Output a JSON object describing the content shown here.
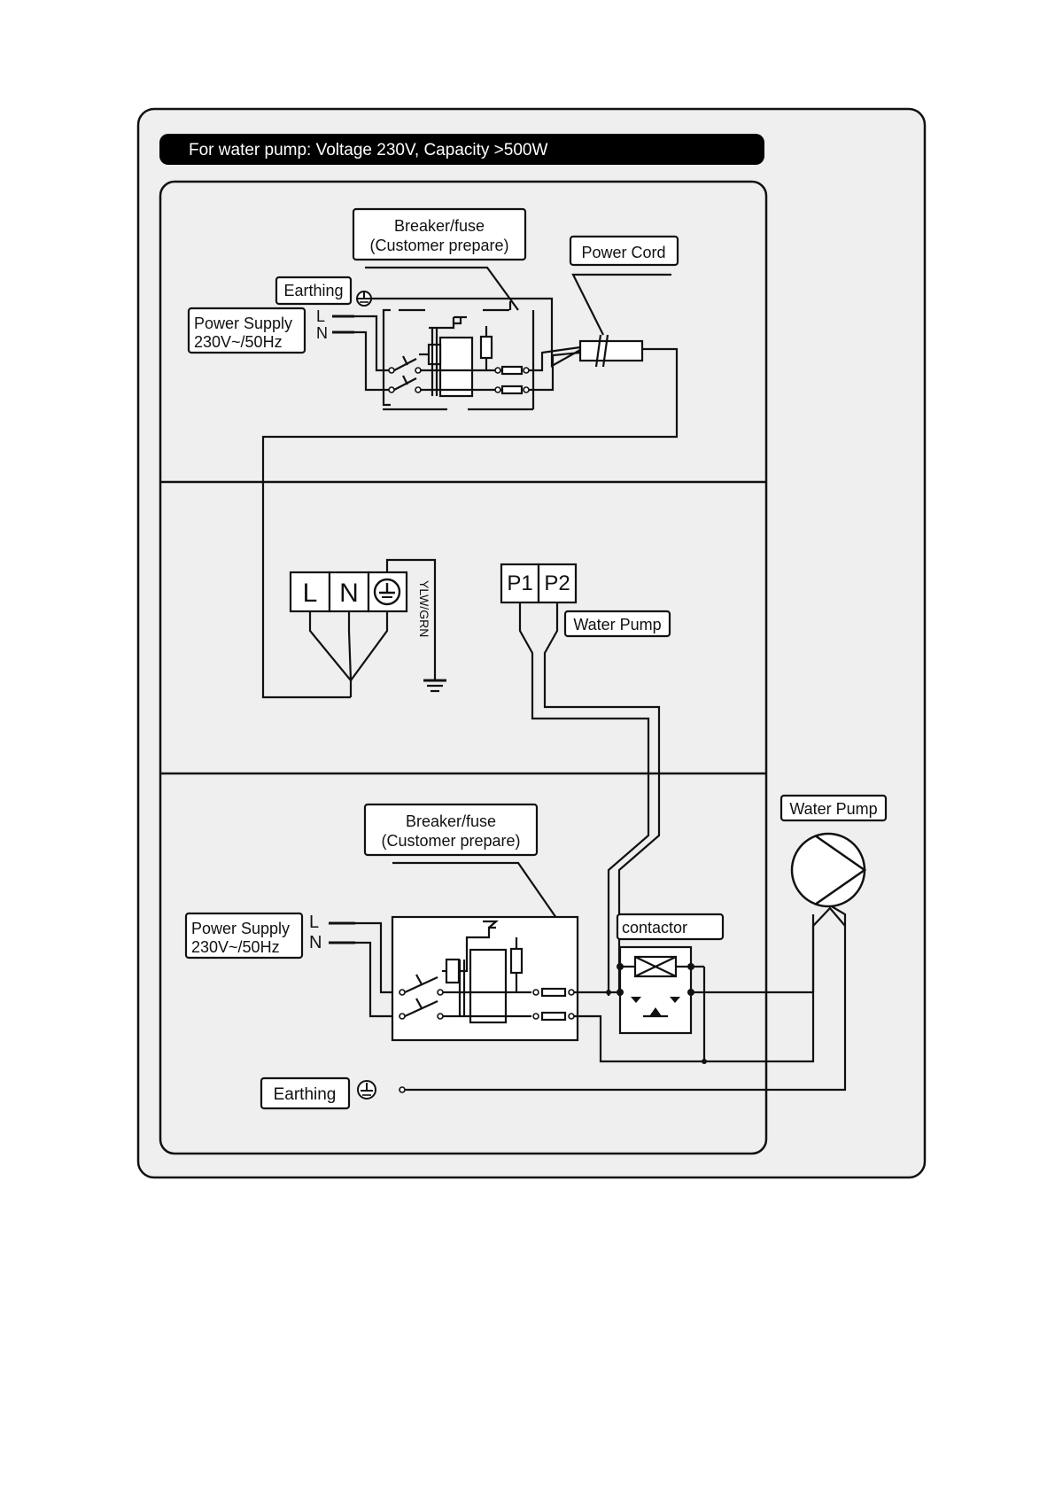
{
  "header": {
    "title": "For water pump: Voltage 230V, Capacity >500W"
  },
  "section1": {
    "breaker_line1": "Breaker/fuse",
    "breaker_line2": "(Customer prepare)",
    "power_cord": "Power Cord",
    "earthing": "Earthing",
    "supply_line1": "Power Supply",
    "supply_line2": "230V~/50Hz",
    "l": "L",
    "n": "N"
  },
  "section2": {
    "terminal_l": "L",
    "terminal_n": "N",
    "wire_color": "YLW/GRN",
    "p1": "P1",
    "p2": "P2",
    "water_pump": "Water Pump"
  },
  "section3": {
    "breaker_line1": "Breaker/fuse",
    "breaker_line2": "(Customer prepare)",
    "supply_line1": "Power Supply",
    "supply_line2": "230V~/50Hz",
    "l": "L",
    "n": "N",
    "contactor": "contactor",
    "earthing": "Earthing"
  },
  "pump": {
    "label": "Water Pump"
  },
  "colors": {
    "panel": "#efefef",
    "line": "#111111",
    "header_bg": "#000000",
    "header_text": "#ffffff"
  }
}
